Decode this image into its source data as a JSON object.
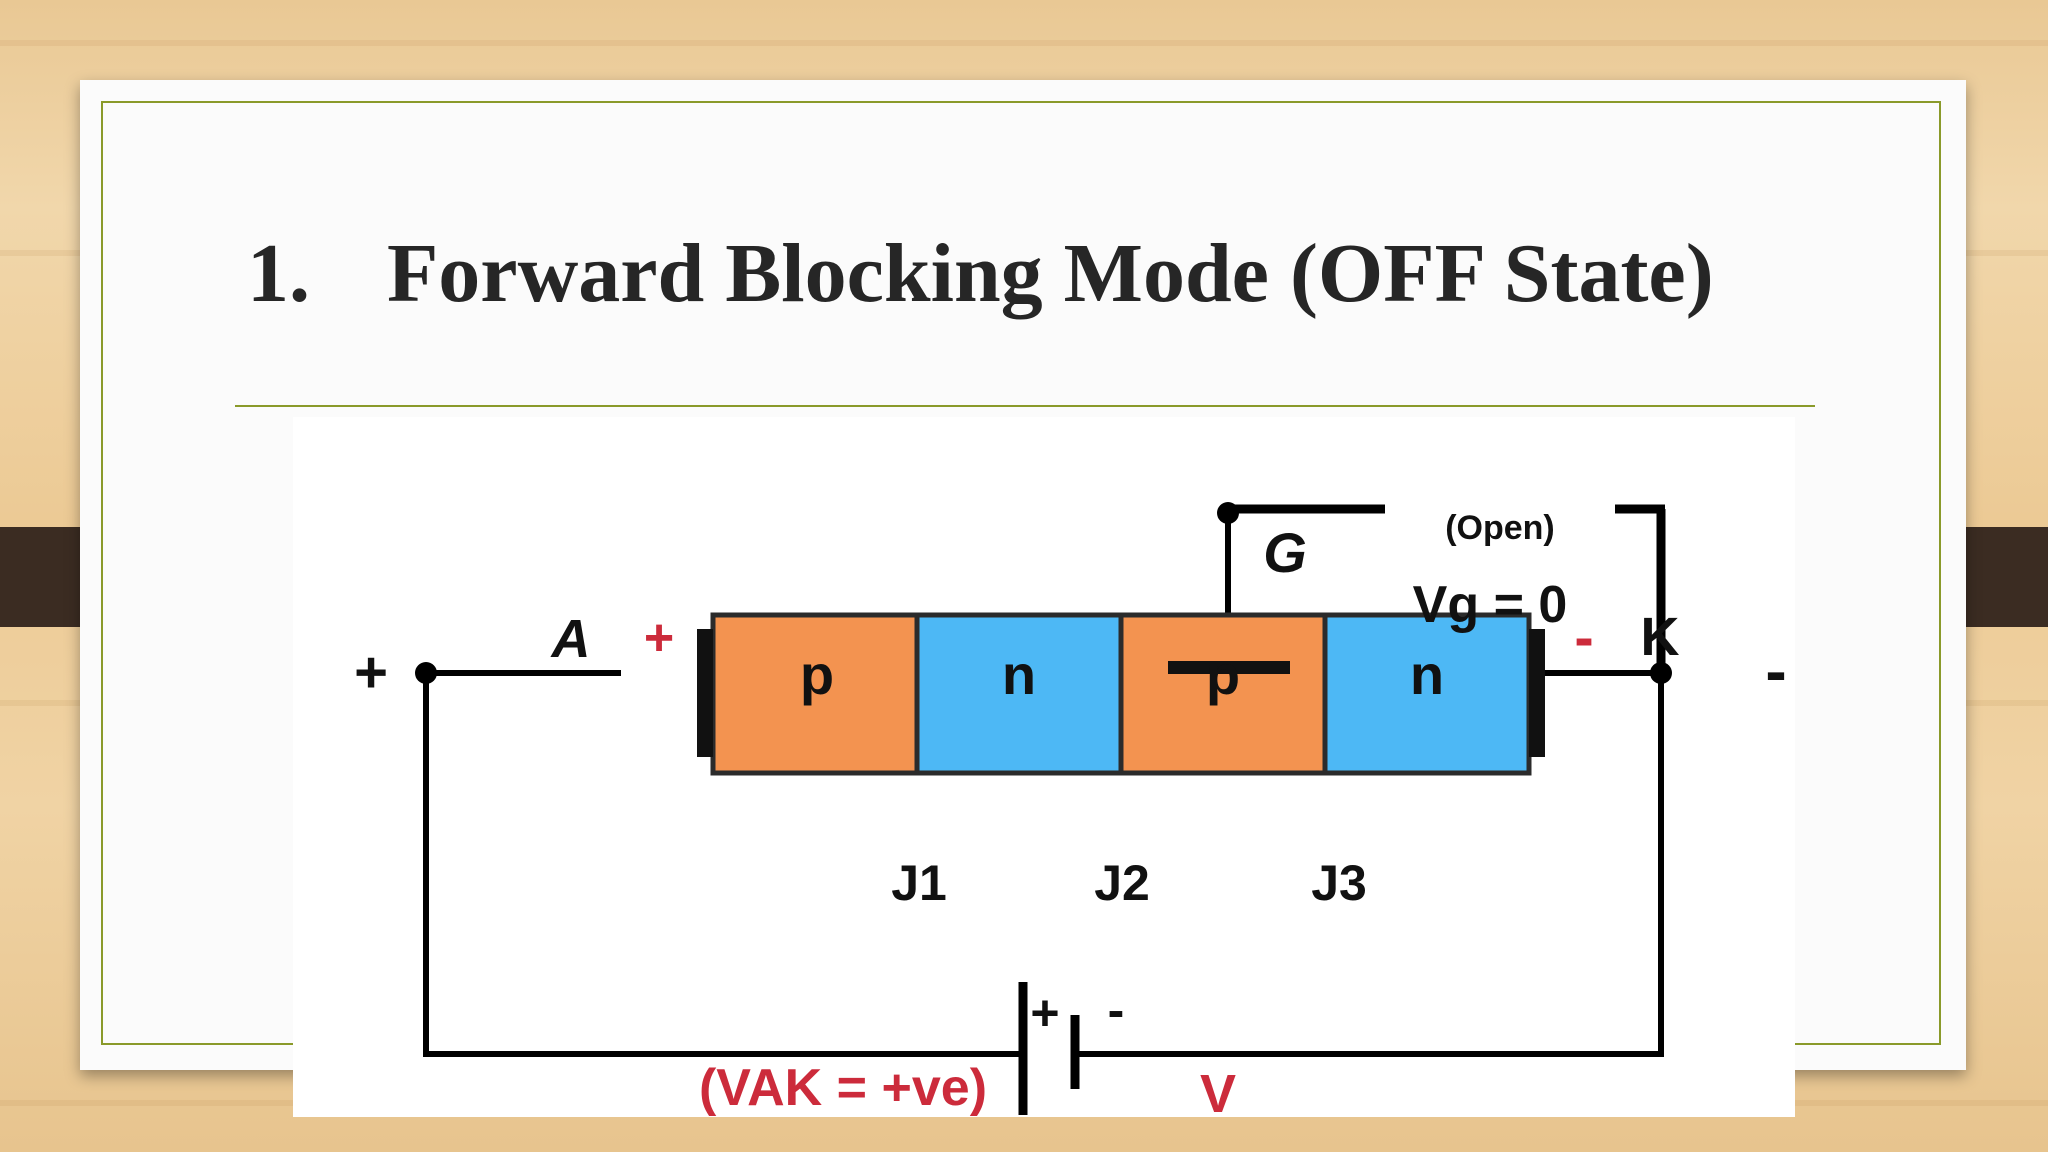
{
  "slide": {
    "title_number": "1.",
    "title_text": "Forward Blocking Mode (OFF State)"
  },
  "diagram": {
    "gate_state": "(Open)",
    "gate_label": "G",
    "gate_voltage": "Vg = 0",
    "anode_label": "A",
    "cathode_label": "K",
    "anode_sign": "+",
    "cathode_sign": "-",
    "left_terminal_sign": "+",
    "right_terminal_sign": "-",
    "layers": [
      "p",
      "n",
      "p",
      "n"
    ],
    "junctions": [
      "J1",
      "J2",
      "J3"
    ],
    "battery_plus": "+",
    "battery_minus": "-",
    "battery_label": "V",
    "vak_label": "(VAK = +ve)"
  },
  "colors": {
    "p_layer": "#f39350",
    "n_layer": "#4db8f5",
    "accent_red": "#cc2b3b",
    "slide_border": "#8a9a2a"
  }
}
